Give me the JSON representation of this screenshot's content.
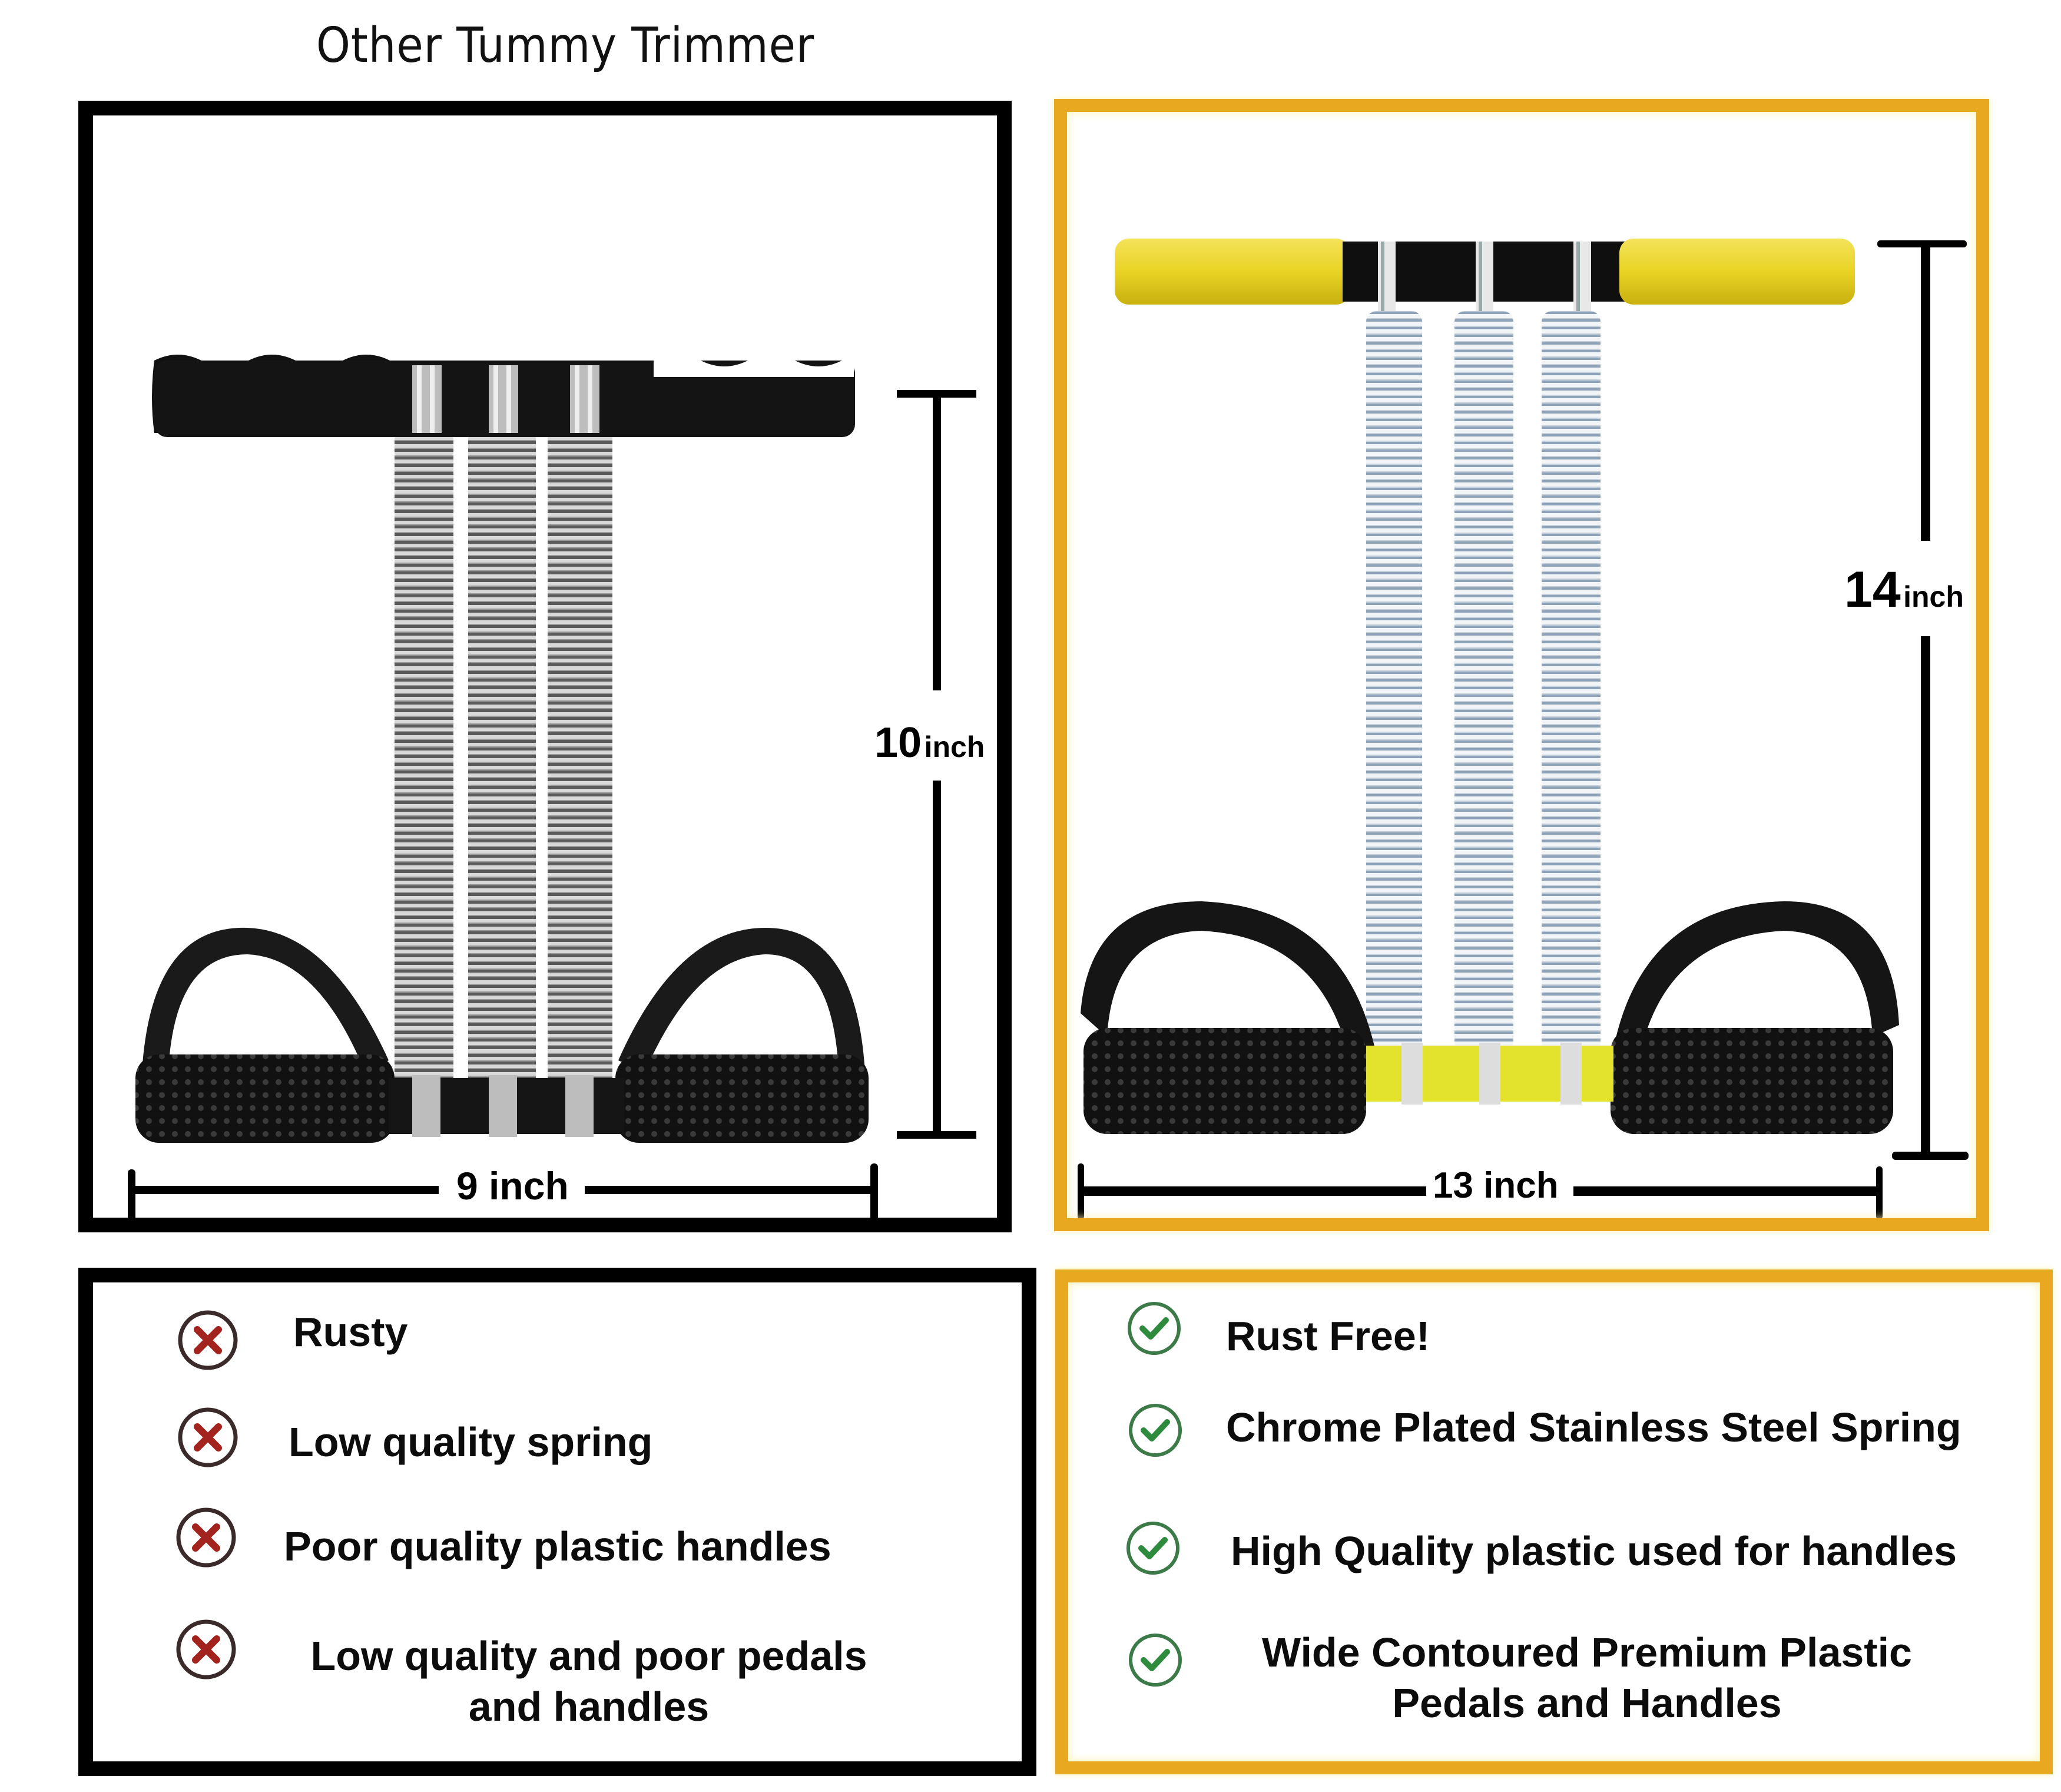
{
  "title": "Other Tummy Trimmer",
  "colors": {
    "other_border": "#000000",
    "ours_border": "#E8A81F",
    "cross_icon": "#A3241E",
    "check_icon": "#2E8B3E",
    "yellow_handle": "#E9D424"
  },
  "other_product": {
    "height_value": "10",
    "height_unit": "inch",
    "width_label": "9 inch",
    "icon": "x-circle-icon",
    "features": [
      {
        "text": "Rusty"
      },
      {
        "text": "Low quality spring"
      },
      {
        "text": "Poor quality plastic handles"
      },
      {
        "text": "Low quality and poor pedals and handles"
      }
    ]
  },
  "our_product": {
    "height_value": "14",
    "height_unit": "inch",
    "width_label": "13 inch",
    "icon": "check-circle-icon",
    "features": [
      {
        "text": "Rust Free!"
      },
      {
        "text": "Chrome Plated Stainless Steel Spring"
      },
      {
        "text": "High Quality plastic used for handles"
      },
      {
        "text": "Wide Contoured Premium Plastic Pedals and Handles"
      }
    ]
  }
}
